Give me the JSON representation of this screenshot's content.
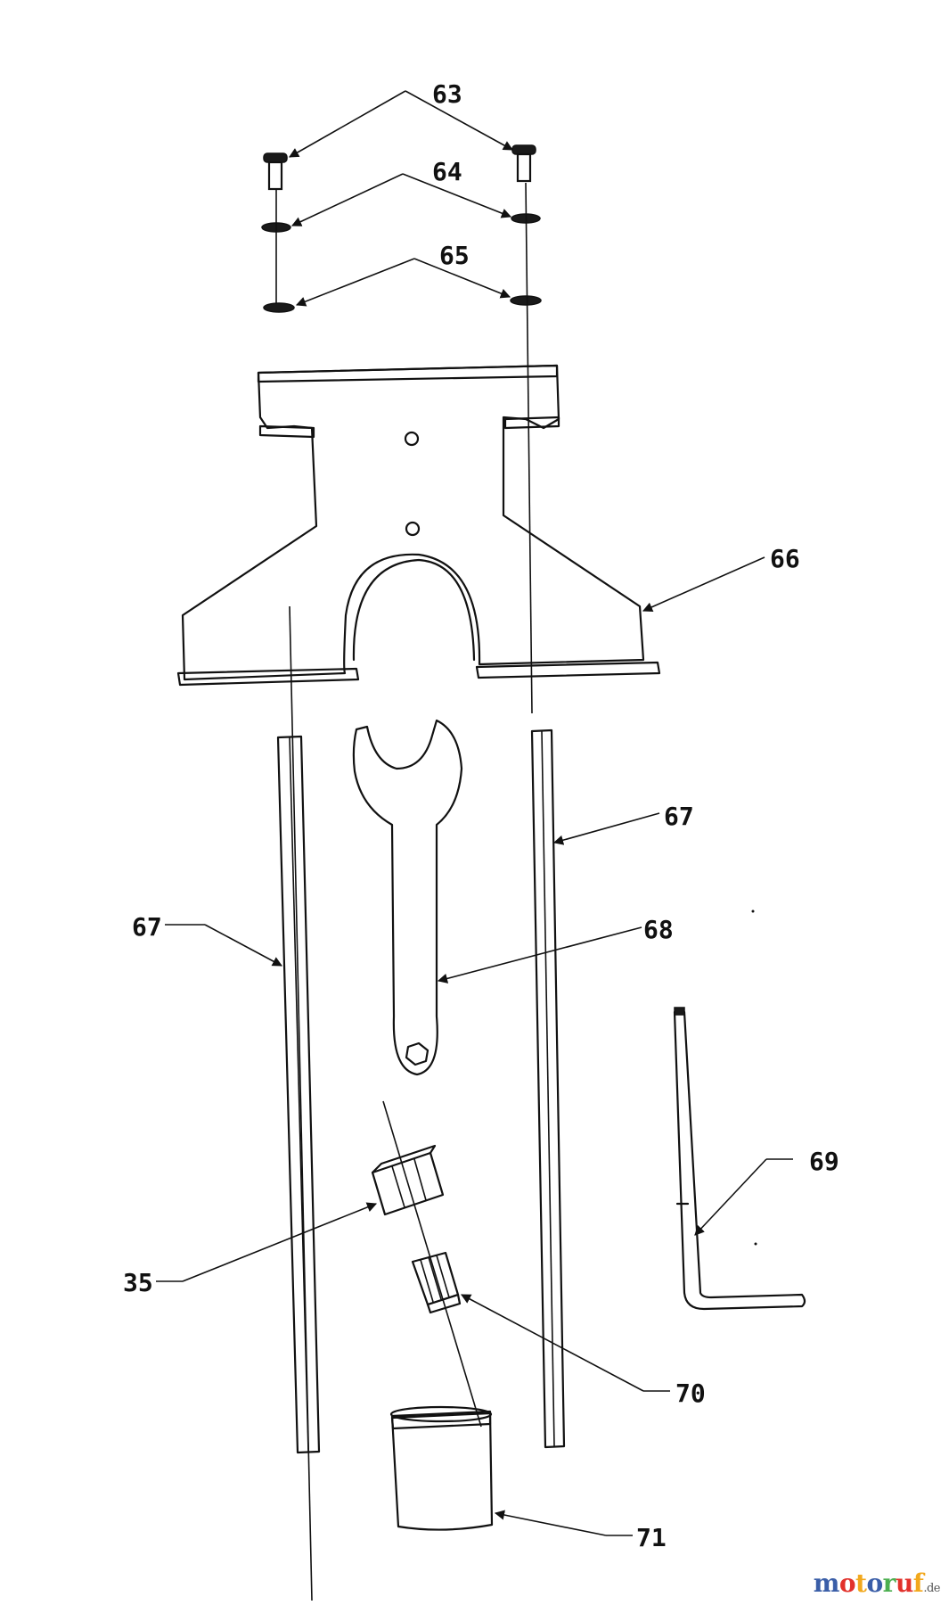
{
  "callouts": {
    "c63": "63",
    "c64": "64",
    "c65": "65",
    "c66": "66",
    "c67a": "67",
    "c67b": "67",
    "c68": "68",
    "c69": "69",
    "c35": "35",
    "c70": "70",
    "c71": "71"
  },
  "watermark": {
    "text": "motoruf",
    "suffix": ".de",
    "colors": [
      "#3a5ea8",
      "#e2312b",
      "#f2a81d",
      "#3a5ea8",
      "#4caf50",
      "#e2312b",
      "#f2a81d"
    ]
  }
}
